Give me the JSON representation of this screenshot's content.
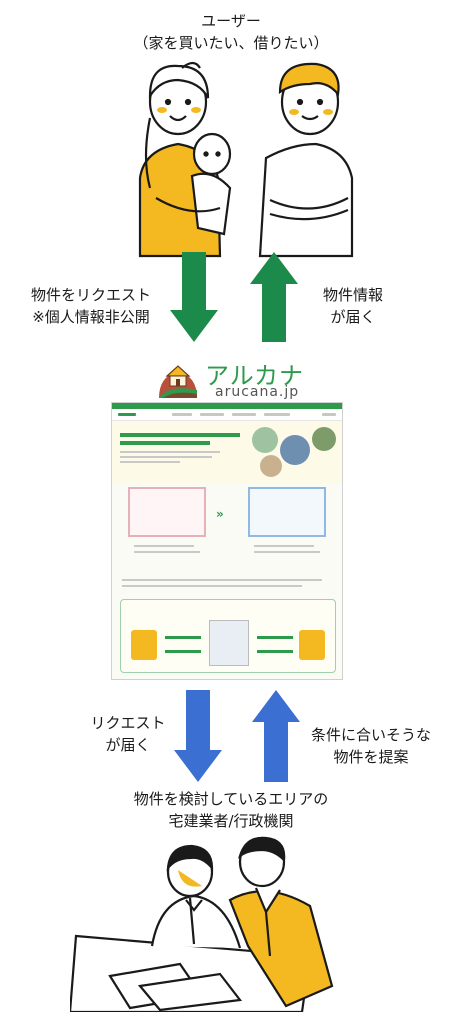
{
  "user_label": {
    "line1": "ユーザー",
    "line2": "（家を買いたい、借りたい）"
  },
  "left_arrow_text": {
    "line1": "物件をリクエスト",
    "line2": "※個人情報非公開"
  },
  "right_arrow_text": {
    "line1": "物件情報",
    "line2": "が届く"
  },
  "logo": {
    "name": "アルカナ",
    "url": "arucana.jp"
  },
  "lower_left_text": {
    "line1": "リクエスト",
    "line2": "が届く"
  },
  "lower_right_text": {
    "line1": "条件に合いそうな",
    "line2": "物件を提案"
  },
  "business_label": {
    "line1": "物件を検討しているエリアの",
    "line2": "宅建業者/行政機関"
  },
  "colors": {
    "green_arrow": "#1c8a4a",
    "blue_arrow": "#3b6fd1",
    "brand_green": "#2d9a4c",
    "accent_yellow": "#f4b821"
  }
}
